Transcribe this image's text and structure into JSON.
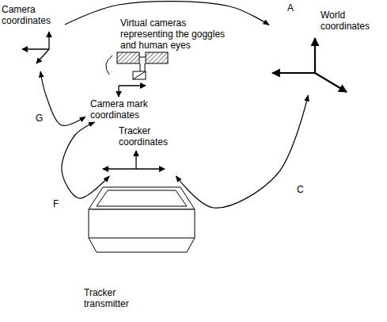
{
  "diagram": {
    "nodes": [
      {
        "text": [
          "Camera coordinates"
        ]
      },
      {
        "text": [
          "World coordinates"
        ]
      },
      {
        "text": [
          "Camera mark coordinates"
        ]
      },
      {
        "text": [
          "Tracker coordinates"
        ]
      }
    ],
    "edges": [
      {
        "from": 0,
        "to": 1,
        "label": "A",
        "arrow": "to"
      },
      {
        "from": 0,
        "to": 2,
        "label": "G",
        "arrow": "both"
      },
      {
        "from": 2,
        "to": 3,
        "label": "F",
        "arrow": "both"
      },
      {
        "from": 3,
        "to": 1,
        "label": "C",
        "arrow": "both"
      }
    ],
    "labels": [
      "Virtual cameras representing the goggles and human eyes",
      "Tracker transmitter"
    ]
  }
}
